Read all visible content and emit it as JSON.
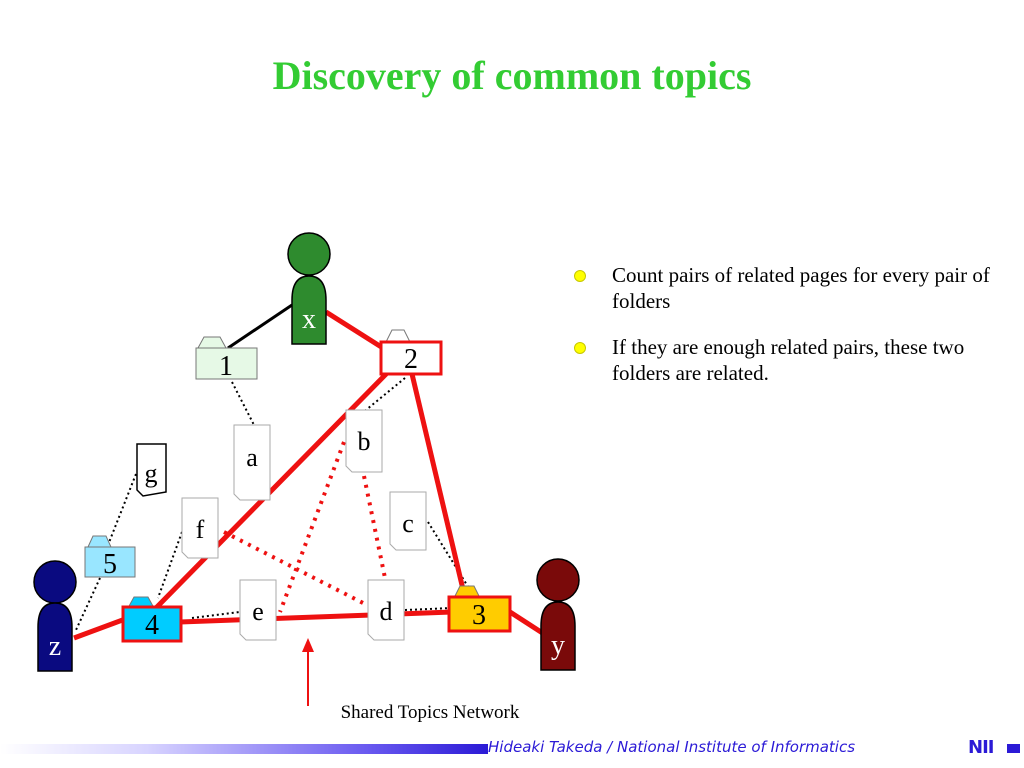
{
  "slide": {
    "title": "Discovery of common topics"
  },
  "people": [
    {
      "id": "x",
      "label": "x",
      "color": "#2e8b2e"
    },
    {
      "id": "y",
      "label": "y",
      "color": "#7a0a0a"
    },
    {
      "id": "z",
      "label": "z",
      "color": "#0a0a80"
    }
  ],
  "folders": [
    {
      "id": "1",
      "label": "1",
      "color": "#e6f9e6"
    },
    {
      "id": "2",
      "label": "2",
      "color": "#ffffff"
    },
    {
      "id": "3",
      "label": "3",
      "color": "#ffcc00"
    },
    {
      "id": "4",
      "label": "4",
      "color": "#00ccff"
    },
    {
      "id": "5",
      "label": "5",
      "color": "#99e6ff"
    }
  ],
  "pages": [
    {
      "id": "a",
      "label": "a"
    },
    {
      "id": "b",
      "label": "b"
    },
    {
      "id": "c",
      "label": "c"
    },
    {
      "id": "d",
      "label": "d"
    },
    {
      "id": "e",
      "label": "e"
    },
    {
      "id": "f",
      "label": "f"
    },
    {
      "id": "g",
      "label": "g"
    }
  ],
  "colors": {
    "title": "#33cc33",
    "network_edge": "#ee1111",
    "bullet": "#ffff00",
    "footer": "#2b1ad6"
  },
  "annotation": {
    "label": "Shared Topics Network"
  },
  "bullets": [
    {
      "text": "Count pairs of related pages for every pair of folders"
    },
    {
      "text": "If they are enough related pairs, these two folders are related."
    }
  ],
  "footer": {
    "credit": "Hideaki Takeda / National Institute of Informatics",
    "logo": "NII"
  }
}
